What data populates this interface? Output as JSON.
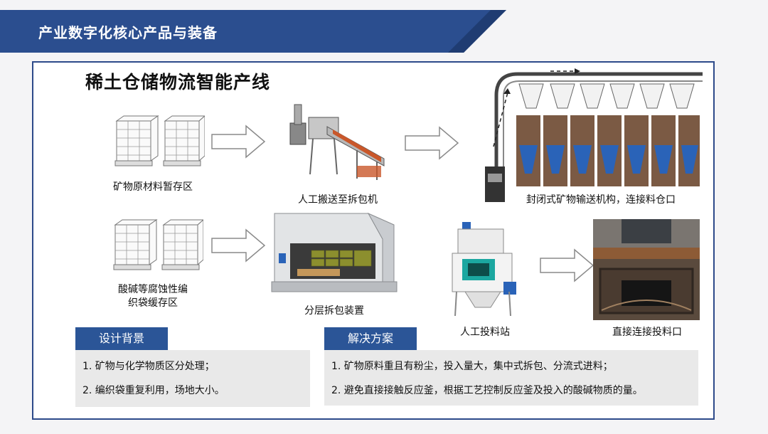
{
  "slide": {
    "header_title": "产业数字化核心产品与装备",
    "main_title": "稀土仓储物流智能产线"
  },
  "captions": {
    "raw_material_storage": "矿物原材料暂存区",
    "manual_to_unpacker": "人工搬送至拆包机",
    "enclosed_conveyor": "封闭式矿物输送机构，连接料仓口",
    "corrosive_bag_storage_line1": "酸碱等腐蚀性编",
    "corrosive_bag_storage_line2": "织袋缓存区",
    "layered_unpacker": "分层拆包装置",
    "manual_feeding_station": "人工投料站",
    "direct_feeding_port": "直接连接投料口"
  },
  "design_background": {
    "label": "设计背景",
    "items": [
      "1. 矿物与化学物质区分处理；",
      "2. 编织袋重复利用，场地大小。"
    ]
  },
  "solution": {
    "label": "解决方案",
    "items": [
      "1. 矿物原料重且有粉尘，投入量大，集中式拆包、分流式进料；",
      "2. 避免直接接触反应釜，根据工艺控制反应釜及投入的酸碱物质的量。"
    ]
  },
  "colors": {
    "banner": "#2b4e8f",
    "frame": "#2d4a8a",
    "label_bg": "#2b5597",
    "box_bg": "#e9e9e9"
  }
}
